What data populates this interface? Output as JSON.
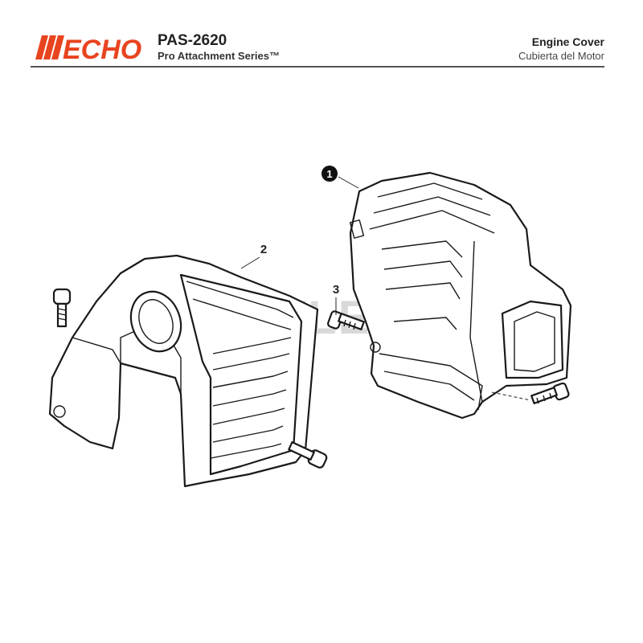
{
  "header": {
    "brand": "ECHO",
    "model": "PAS-2620",
    "series": "Pro Attachment Series™",
    "title_en": "Engine Cover",
    "title_es": "Cubierta del Motor"
  },
  "diagram": {
    "callouts": [
      {
        "label": "1",
        "style": "filled-circle"
      },
      {
        "label": "2",
        "style": "plain"
      },
      {
        "label": "3",
        "style": "plain"
      }
    ],
    "watermark": "CUTLERS"
  },
  "colors": {
    "brand_red": "#e8441f",
    "line": "#1a1a1a",
    "rule": "#555555"
  }
}
